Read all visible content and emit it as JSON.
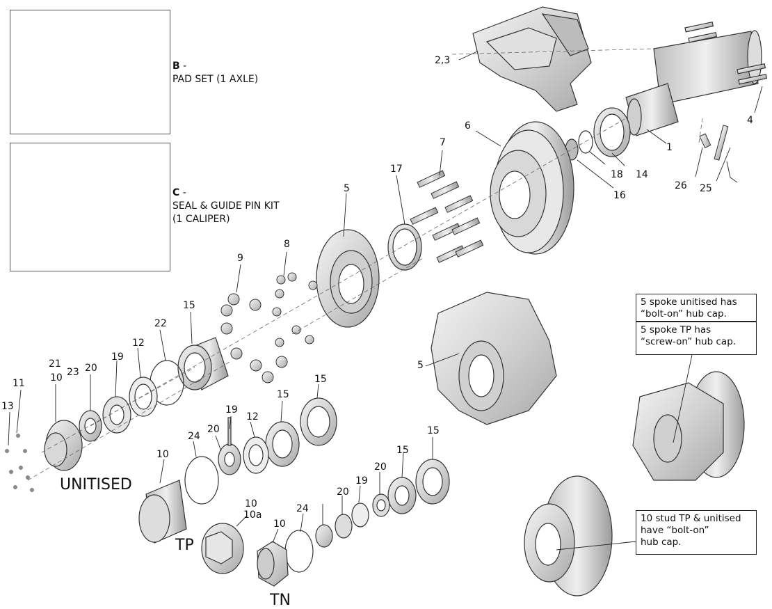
{
  "kit_b": {
    "code": "B",
    "suffix": " -",
    "line1": "PAD SET (1 AXLE)"
  },
  "kit_c": {
    "code": "C",
    "suffix": " -",
    "line1": "SEAL & GUIDE PIN KIT",
    "line2": "(1 CALIPER)"
  },
  "notes": {
    "unitised_5spoke": {
      "line1": "5 spoke unitised has",
      "line2": "“bolt-on” hub cap."
    },
    "tp_5spoke": {
      "line1": "5 spoke TP has",
      "line2": "“screw-on” hub cap."
    },
    "stud10": {
      "line1": "10 stud TP & unitised",
      "line2": "have “bolt-on”",
      "line3": "hub cap."
    }
  },
  "variants": {
    "unitised": "UNITISED",
    "tp": "TP",
    "tn": "TN"
  },
  "callouts": {
    "c23": "2,3",
    "c4": "4",
    "c1": "1",
    "c6": "6",
    "c7": "7",
    "c14": "14",
    "c18": "18",
    "c16": "16",
    "c26": "26",
    "c25": "25",
    "c17": "17",
    "c5a": "5",
    "c8": "8",
    "c9": "9",
    "c15a": "15",
    "c22": "22",
    "c12a": "12",
    "c19a": "19",
    "c20a": "20",
    "c21": "21",
    "c10a": "10",
    "c23b": "23",
    "c11": "11",
    "c13": "13",
    "c5b": "5",
    "c19b": "19",
    "c12b": "12",
    "c15b": "15",
    "c15c": "15",
    "c20b": "20",
    "c24a": "24",
    "c10b": "10",
    "c10c": "10",
    "c10d": "10a",
    "c15d": "15",
    "c15e": "15",
    "c20c": "20",
    "c19c": "19",
    "c20d": "20",
    "c24b": "24",
    "c10e": "10"
  }
}
